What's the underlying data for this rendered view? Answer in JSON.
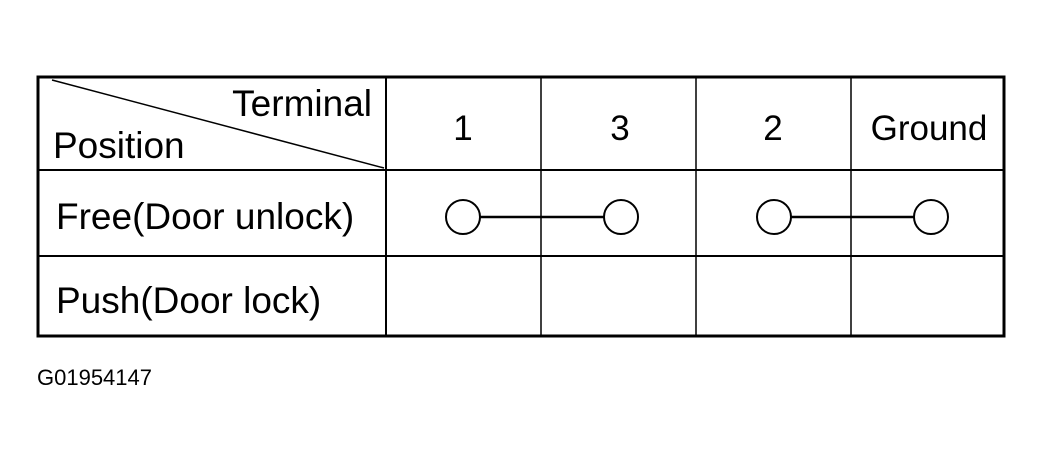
{
  "table": {
    "corner": {
      "top_label": "Terminal",
      "bottom_label": "Position"
    },
    "terminals": [
      "1",
      "3",
      "2",
      "Ground"
    ],
    "rows": [
      {
        "position": "Free(Door unlock)",
        "connections": [
          [
            "1",
            "3"
          ],
          [
            "2",
            "Ground"
          ]
        ]
      },
      {
        "position": "Push(Door lock)",
        "connections": []
      }
    ]
  },
  "figure_id": "G01954147"
}
